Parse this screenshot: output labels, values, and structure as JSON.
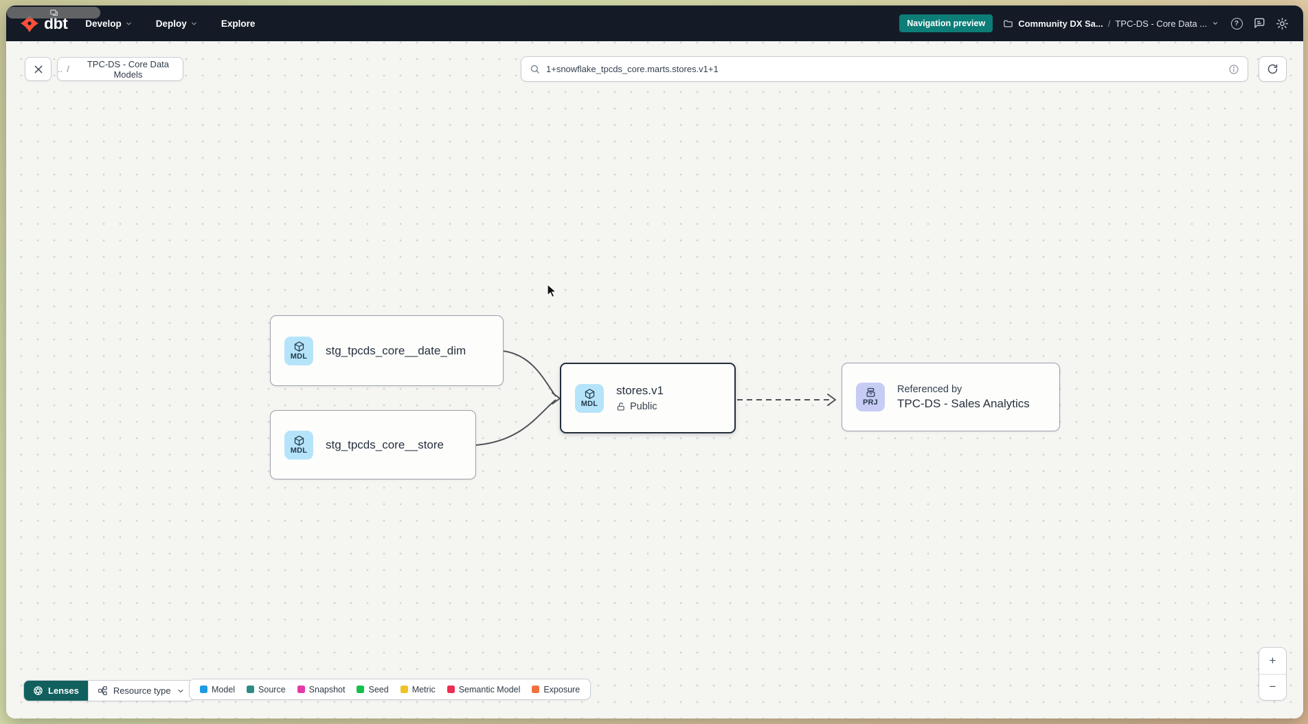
{
  "colors": {
    "navbar_bg": "#141b27",
    "accent_orange": "#ff4f38",
    "preview_badge_bg": "#0d7d78",
    "lenses_bg": "#11605e",
    "model_badge_bg": "#b5e4fa",
    "project_badge_bg": "#c6ccf4",
    "canvas_bg": "#f5f5f2",
    "edge": "#4c5258"
  },
  "navbar": {
    "logo_text": "dbt",
    "menus": [
      {
        "label": "Develop"
      },
      {
        "label": "Deploy"
      },
      {
        "label": "Explore"
      }
    ],
    "preview_badge_label": "Navigation preview",
    "account_breadcrumb": {
      "project": "Community DX Sa...",
      "separator": "/",
      "page": "TPC-DS - Core Data ..."
    }
  },
  "toolbar": {
    "breadcrumb_prefix": "..",
    "breadcrumb_separator": "/",
    "breadcrumb_label": "TPC-DS - Core Data Models",
    "search_value": "1+snowflake_tpcds_core.marts.stores.v1+1"
  },
  "graph": {
    "nodes": [
      {
        "badge": "MDL",
        "label": "stg_tpcds_core__date_dim"
      },
      {
        "badge": "MDL",
        "label": "stg_tpcds_core__store"
      },
      {
        "badge": "MDL",
        "label": "stores.v1",
        "sublabel": "Public"
      },
      {
        "badge": "PRJ",
        "overline": "Referenced by",
        "label": "TPC-DS - Sales Analytics"
      }
    ]
  },
  "footer": {
    "lenses_label": "Lenses",
    "resource_type_label": "Resource type",
    "legend": [
      {
        "label": "Model",
        "color": "#1e9be2"
      },
      {
        "label": "Source",
        "color": "#2f8c85"
      },
      {
        "label": "Snapshot",
        "color": "#e23ba9"
      },
      {
        "label": "Seed",
        "color": "#14c04b"
      },
      {
        "label": "Metric",
        "color": "#efc326"
      },
      {
        "label": "Semantic Model",
        "color": "#ed2d56"
      },
      {
        "label": "Exposure",
        "color": "#f26f3f"
      }
    ]
  },
  "zoom_controls": {
    "zoom_in": "+",
    "zoom_out": "−"
  }
}
